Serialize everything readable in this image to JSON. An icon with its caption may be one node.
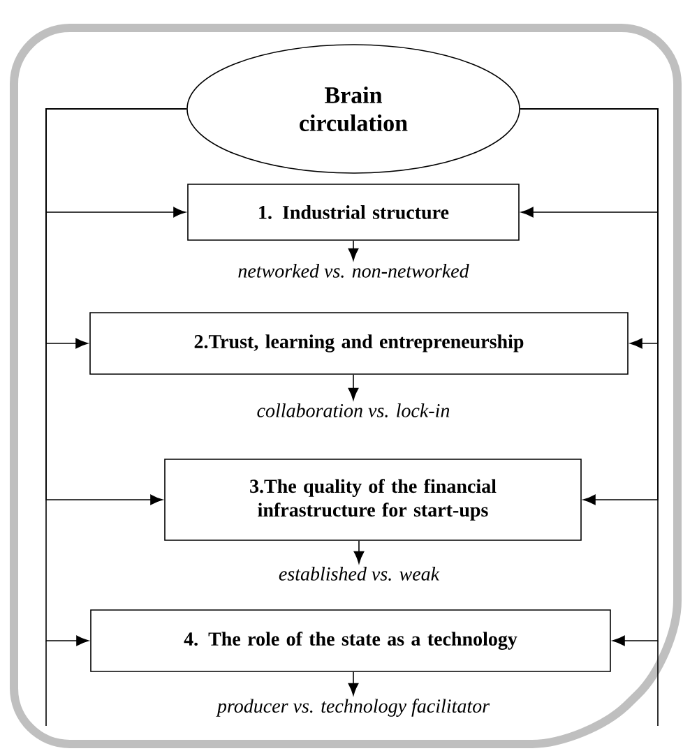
{
  "diagram": {
    "nodes": [
      {
        "text": [
          "Brain circulation"
        ]
      },
      {
        "text": [
          "1. Industrial structure"
        ]
      },
      {
        "text": [
          "networked vs. non-networked"
        ]
      },
      {
        "text": [
          "2.Trust, learning and entrepreneurship"
        ]
      },
      {
        "text": [
          "collaboration vs. lock-in"
        ]
      },
      {
        "text": [
          "3.The quality of the financial infrastructure for start-ups"
        ]
      },
      {
        "text": [
          "established vs. weak"
        ]
      },
      {
        "text": [
          "4. The role of the state as a technology"
        ]
      },
      {
        "text": [
          "producer vs. technology facilitator"
        ]
      }
    ],
    "edges": [
      {
        "from": 0,
        "to": 1,
        "arrow": "to"
      },
      {
        "from": 0,
        "to": 3,
        "arrow": "to"
      },
      {
        "from": 0,
        "to": 5,
        "arrow": "to"
      },
      {
        "from": 0,
        "to": 7,
        "arrow": "to"
      },
      {
        "from": 0,
        "to": 1,
        "arrow": "to"
      },
      {
        "from": 0,
        "to": 3,
        "arrow": "to"
      },
      {
        "from": 0,
        "to": 5,
        "arrow": "to"
      },
      {
        "from": 0,
        "to": 7,
        "arrow": "to"
      },
      {
        "from": 1,
        "to": 2,
        "arrow": "to"
      },
      {
        "from": 3,
        "to": 4,
        "arrow": "to"
      },
      {
        "from": 5,
        "to": 6,
        "arrow": "to"
      },
      {
        "from": 7,
        "to": 8,
        "arrow": "to"
      }
    ]
  }
}
